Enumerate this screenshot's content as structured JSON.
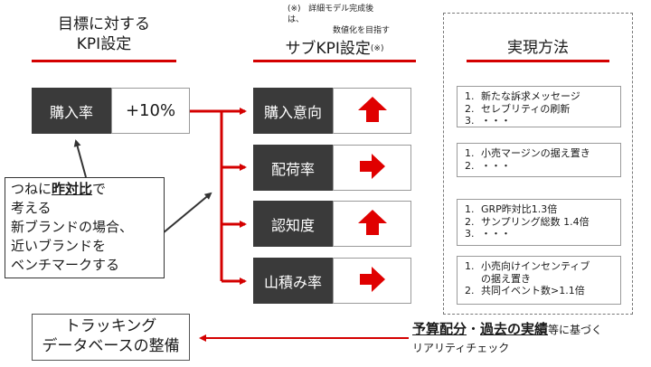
{
  "headers": {
    "target_line1": "目標に対する",
    "target_line2": "KPI設定",
    "sub_kpi": "サブKPI設定",
    "sub_kpi_mark": "(※)",
    "method": "実現方法"
  },
  "footnote": {
    "mark": "(※)",
    "line1": "詳細モデル完成後",
    "line2": "は、",
    "line3": "数値化を目指す"
  },
  "main_kpi": {
    "label": "購入率",
    "value": "+10%"
  },
  "sub_kpis": [
    {
      "label": "購入意向",
      "arrow": "up"
    },
    {
      "label": "配荷率",
      "arrow": "right"
    },
    {
      "label": "認知度",
      "arrow": "up"
    },
    {
      "label": "山積み率",
      "arrow": "right"
    }
  ],
  "methods": [
    {
      "items": [
        {
          "n": "1.",
          "text": "新たな訴求メッセージ"
        },
        {
          "n": "2.",
          "text": "セレブリティの刷新"
        },
        {
          "n": "3.",
          "text": "・・・"
        }
      ]
    },
    {
      "items": [
        {
          "n": "1.",
          "text": "小売マージンの据え置き"
        },
        {
          "n": "2.",
          "text": "・・・"
        }
      ]
    },
    {
      "items": [
        {
          "n": "1.",
          "text": "GRP昨対比1.3倍"
        },
        {
          "n": "2.",
          "text": "サンプリング総数 1.4倍"
        },
        {
          "n": "3.",
          "text": "・・・"
        }
      ]
    },
    {
      "items": [
        {
          "n": "1.",
          "text": "小売向けインセンティブ"
        },
        {
          "n": "",
          "text": "の据え置き"
        },
        {
          "n": "2.",
          "text": "共同イベント数>1.1倍"
        }
      ]
    }
  ],
  "callout": {
    "line1_pre": "つねに",
    "line1_em": "昨対比",
    "line1_post": "で",
    "line2": "考える",
    "line3": "新ブランドの場合、",
    "line4": "近いブランドを",
    "line5": "ベンチマークする"
  },
  "tracking": {
    "line1": "トラッキング",
    "line2": "データベースの整備"
  },
  "bottom": {
    "em1": "予算配分",
    "sep": "・",
    "em2": "過去の実績",
    "post": "等に基づく",
    "line2": "リアリティチェック"
  },
  "colors": {
    "accent": "#d40000",
    "dark_box": "#3a3a3a",
    "border": "#9a9a9a"
  }
}
